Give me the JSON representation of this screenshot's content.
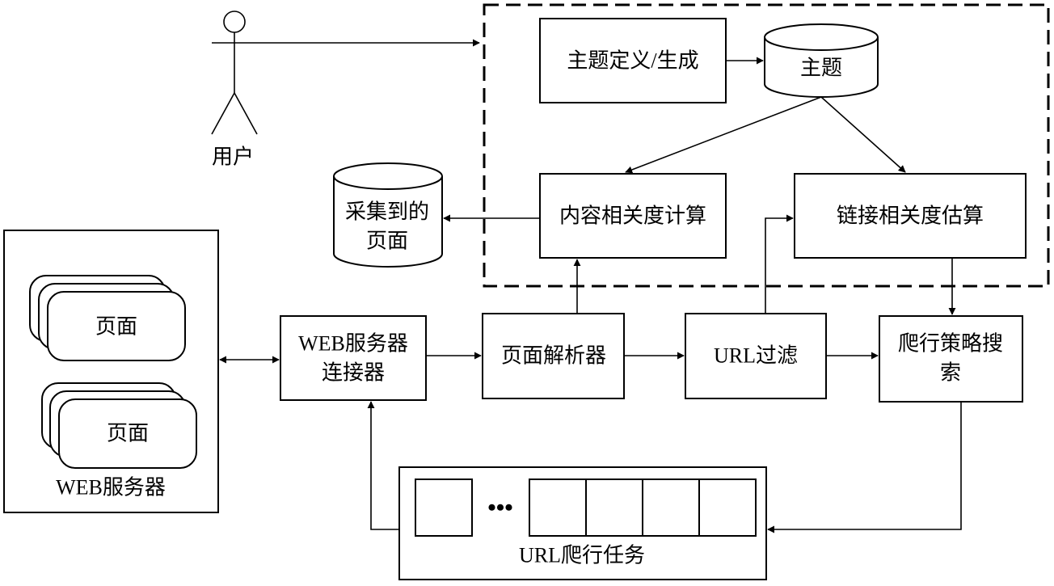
{
  "actor": {
    "label": "用户"
  },
  "stores": {
    "topic": "主题",
    "collected_line1": "采集到的",
    "collected_line2": "页面"
  },
  "nodes": {
    "topic_definition": "主题定义/生成",
    "content_relevance": "内容相关度计算",
    "link_relevance": "链接相关度估算",
    "connector_line1": "WEB服务器",
    "connector_line2": "连接器",
    "page_parser": "页面解析器",
    "url_filter": "URL过滤",
    "crawl_strategy_line1": "爬行策略搜",
    "crawl_strategy_line2": "索"
  },
  "web_server": {
    "page_label": "页面",
    "title": "WEB服务器"
  },
  "task_queue": {
    "ellipsis": "•••",
    "title": "URL爬行任务"
  },
  "colors": {
    "stroke": "#000000",
    "fill": "#ffffff"
  }
}
